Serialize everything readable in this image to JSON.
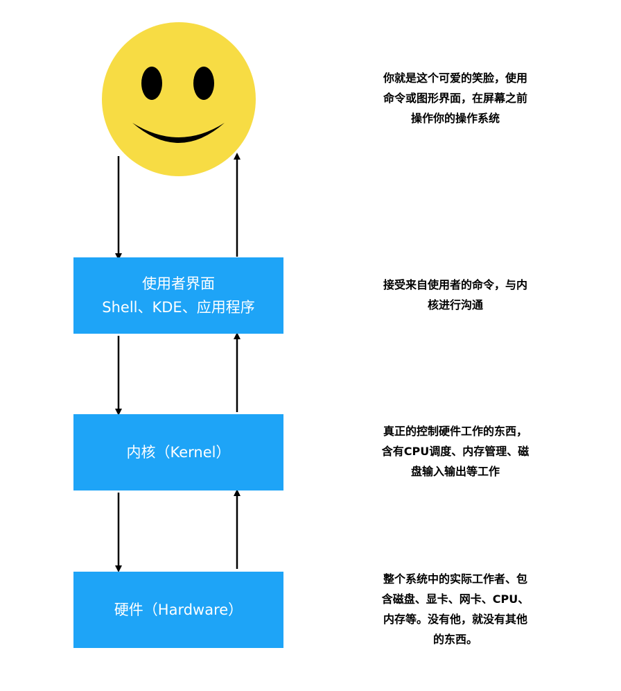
{
  "face": {
    "color": "#f7dc44"
  },
  "layers": [
    {
      "id": "user-interface",
      "line1": "使用者界面",
      "line2": "Shell、KDE、应用程序"
    },
    {
      "id": "kernel",
      "line1": "内核（Kernel）"
    },
    {
      "id": "hardware",
      "line1": "硬件（Hardware）"
    }
  ],
  "notes": [
    {
      "lines": [
        "你就是这个可爱的笑脸，使用",
        "命令或图形界面，在屏幕之前",
        "操作你的操作系统"
      ]
    },
    {
      "lines": [
        "接受来自使用者的命令，与内",
        "核进行沟通"
      ]
    },
    {
      "lines": [
        "真正的控制硬件工作的东西，",
        "含有CPU调度、内存管理、磁",
        "盘输入输出等工作"
      ]
    },
    {
      "lines": [
        "整个系统中的实际工作者、包",
        "含磁盘、显卡、网卡、CPU、",
        "内存等。没有他，就没有其他",
        "的东西。"
      ]
    }
  ],
  "colors": {
    "box": "#1ea4f7",
    "box_text": "#ffffff",
    "arrow": "#000000",
    "note_text": "#000000"
  }
}
